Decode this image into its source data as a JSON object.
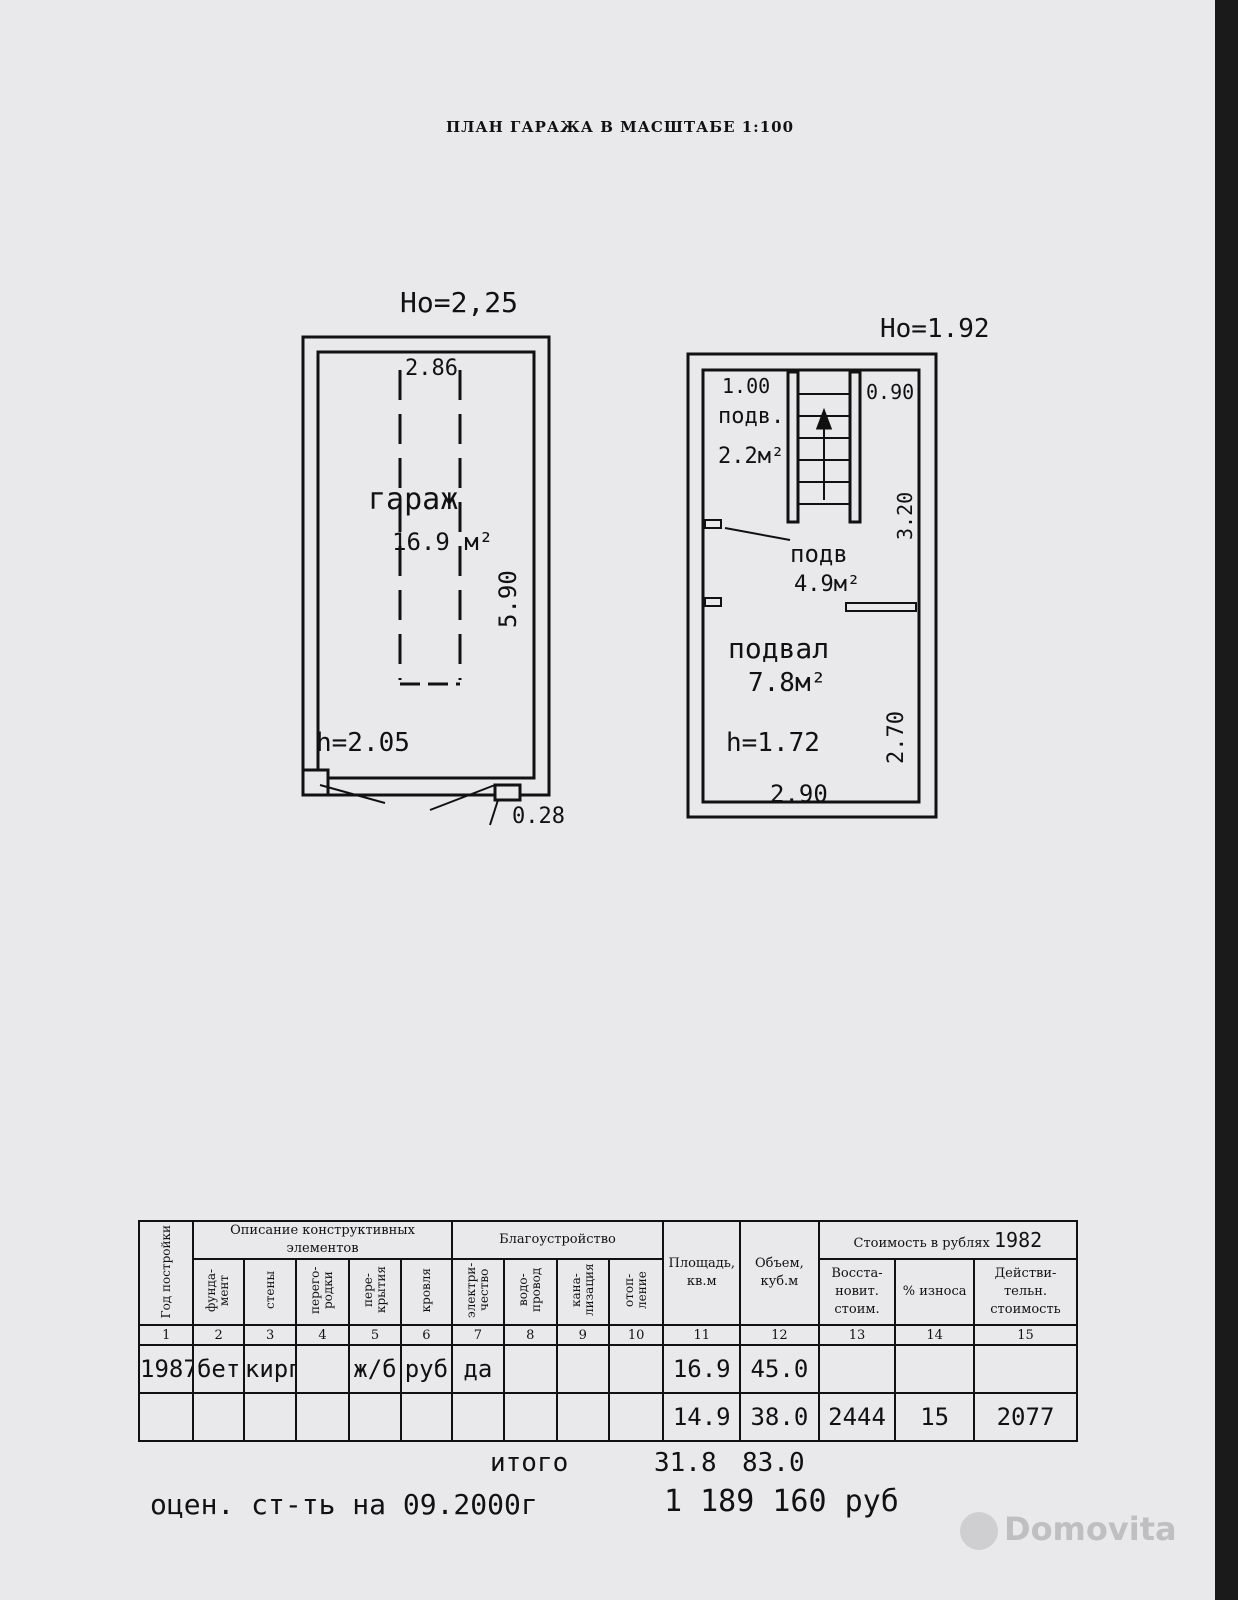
{
  "title": "ПЛАН ГАРАЖА В МАСШТАБЕ 1:100",
  "left_plan": {
    "level_mark": "Hо=2,25",
    "width_dim": "2.86",
    "room_name": "гараж",
    "room_area": "16.9 м²",
    "length_dim": "5.90",
    "height": "h=2.05",
    "door_dim": "0.28"
  },
  "right_plan": {
    "level_mark": "Hо=1.92",
    "top_left_dim": "1.00",
    "top_left_room": "подв.",
    "top_left_area": "2.2м²",
    "top_right_dim": "0.90",
    "side_dim_upper": "3.20",
    "middle_room": "подв",
    "middle_area": "4.9м²",
    "main_room": "подвал",
    "main_area": "7.8м²",
    "height": "h=1.72",
    "side_dim_lower": "2.70",
    "bottom_dim": "2.90"
  },
  "table": {
    "group_structure": "Описание конструктивных элементов",
    "group_amenities": "Благоустройство",
    "group_cost": "Стоимость в рублях",
    "cost_year": "1982",
    "col_year": "Год постройки",
    "col_foundation": "фунда-мент",
    "col_walls": "стены",
    "col_partitions": "перего-родки",
    "col_floors": "пере-крытия",
    "col_roof": "кровля",
    "col_electric": "электри-чество",
    "col_water": "водо-провод",
    "col_sewer": "кана-лизация",
    "col_heating": "отоп-ление",
    "col_area": "Площадь, кв.м",
    "col_volume": "Объем, куб.м",
    "col_restore": "Восста-новит. стоим.",
    "col_wear": "% износа",
    "col_actual": "Действи-тельн. стоимость",
    "nums": [
      "1",
      "2",
      "3",
      "4",
      "5",
      "6",
      "7",
      "8",
      "9",
      "10",
      "11",
      "12",
      "13",
      "14",
      "15"
    ],
    "row1": {
      "year": "1987",
      "foundation": "бет",
      "walls": "кирп",
      "partitions": "",
      "floors": "ж/б",
      "roof": "руб",
      "electric": "да",
      "water": "",
      "sewer": "",
      "heating": "",
      "area": "16.9",
      "volume": "45.0",
      "restore": "",
      "wear": "",
      "actual": ""
    },
    "row2": {
      "area": "14.9",
      "volume": "38.0",
      "restore": "2444",
      "wear": "15",
      "actual": "2077"
    }
  },
  "totals": {
    "label": "итого",
    "area": "31.8",
    "volume": "83.0"
  },
  "estimate": {
    "text": "оцен. ст-ть на 09.2000г",
    "value": "1 189 160 руб"
  },
  "watermark": "Domovita"
}
